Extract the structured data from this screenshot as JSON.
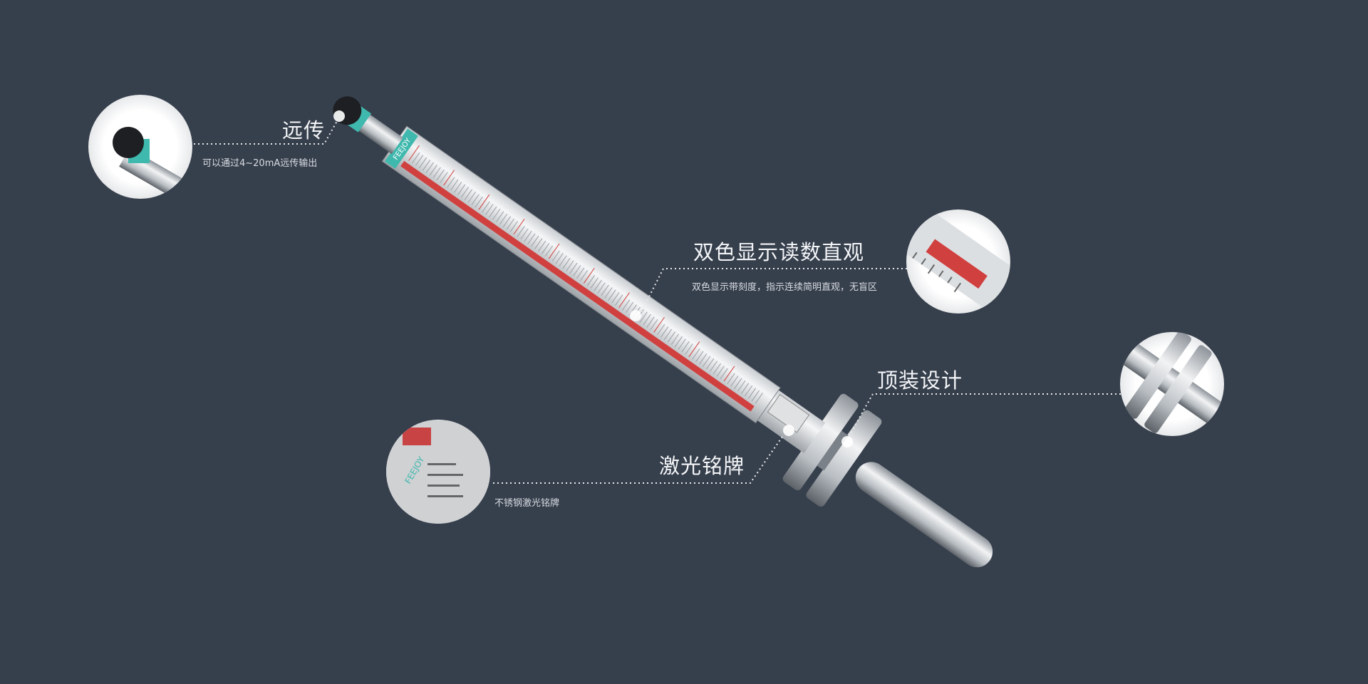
{
  "background_color": "#363f4c",
  "brand": "FEEJOY",
  "features": [
    {
      "title": "远传",
      "subtitle": "可以通过4~20mA远传输出",
      "icon": "remote-transmitter-detail"
    },
    {
      "title": "双色显示读数直观",
      "subtitle": "双色显示带刻度，指示连续简明直观，无盲区",
      "icon": "bicolor-scale-detail"
    },
    {
      "title": "顶装设计",
      "subtitle": "",
      "icon": "top-mount-flange-detail"
    },
    {
      "title": "激光铭牌",
      "subtitle": "不锈钢激光铭牌",
      "icon": "laser-nameplate-detail"
    }
  ],
  "colors": {
    "indicator_red": "#d0403f",
    "accent_teal": "#3fb8ad"
  }
}
